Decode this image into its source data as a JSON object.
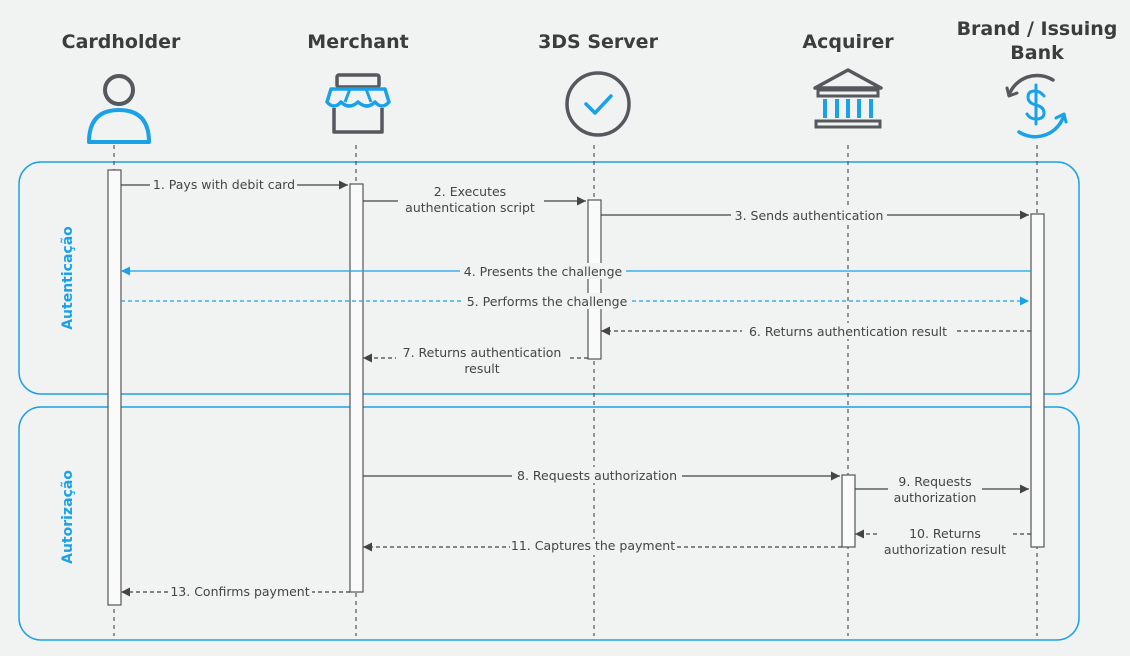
{
  "actors": [
    {
      "name": "Cardholder"
    },
    {
      "name": "Merchant"
    },
    {
      "name": "3DS Server"
    },
    {
      "name": "Acquirer"
    },
    {
      "name": "Brand / Issuing",
      "name2": "Bank"
    }
  ],
  "phases": [
    {
      "label": "Autenticação"
    },
    {
      "label": "Autorização"
    }
  ],
  "messages": [
    {
      "text": "1. Pays with debit card"
    },
    {
      "text": "2. Executes",
      "text2": "authentication script"
    },
    {
      "text": "3. Sends authentication"
    },
    {
      "text": "4. Presents the challenge"
    },
    {
      "text": "5. Performs the challenge"
    },
    {
      "text": "6. Returns authentication result"
    },
    {
      "text": "7. Returns authentication",
      "text2": "result"
    },
    {
      "text": "8. Requests authorization"
    },
    {
      "text": "9. Requests",
      "text2": "authorization"
    },
    {
      "text": "10. Returns",
      "text2": "authorization result"
    },
    {
      "text": "11. Captures the payment"
    },
    {
      "text": "13. Confirms payment"
    }
  ],
  "colors": {
    "accent": "#1aa2e8",
    "line": "#444444",
    "icon": "#55585c",
    "background": "#f1f2f2"
  }
}
